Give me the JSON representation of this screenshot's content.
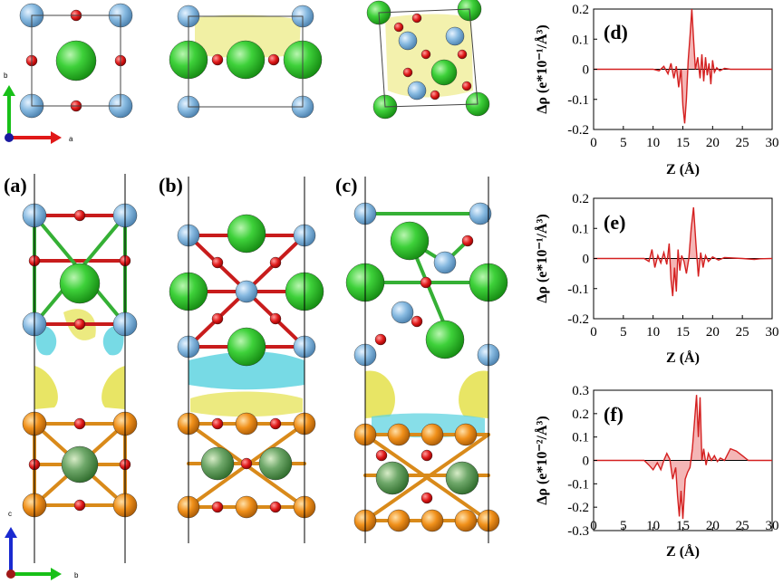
{
  "panels": {
    "a": "(a)",
    "b": "(b)",
    "c": "(c)"
  },
  "triad_top": {
    "up": "b",
    "right": "a"
  },
  "triad_bottom": {
    "up": "c",
    "right": "b"
  },
  "colors": {
    "line": "#d42020",
    "fill": "#f4b6b6",
    "zero": "#000000"
  },
  "chart_data": [
    {
      "type": "line",
      "label": "(d)",
      "ylabel": "Δρ (e*10⁻¹/Å³)",
      "xlabel": "Z (Å)",
      "xlim": [
        0,
        30
      ],
      "ylim": [
        -0.2,
        0.2
      ],
      "xticks": [
        0,
        5,
        10,
        15,
        20,
        25,
        30
      ],
      "yticks": [
        0.2,
        0.1,
        0,
        -0.1,
        -0.2
      ],
      "ytick_labels": [
        "0.2",
        "0.1",
        "0",
        "-0.1",
        "-0.2"
      ],
      "x": [
        0,
        5,
        10,
        11,
        11.8,
        12.5,
        13,
        13.5,
        13.9,
        14.3,
        14.7,
        15.0,
        15.3,
        15.6,
        15.9,
        16.2,
        16.5,
        16.8,
        17.1,
        17.5,
        17.9,
        18.2,
        18.5,
        18.8,
        19.1,
        19.4,
        19.7,
        20.0,
        20.3,
        20.7,
        21.2,
        22,
        23,
        25,
        30
      ],
      "y": [
        0,
        0,
        0,
        -0.005,
        0.01,
        -0.015,
        0.02,
        -0.03,
        0.01,
        -0.06,
        0.0,
        -0.12,
        -0.18,
        -0.1,
        0.03,
        0.11,
        0.2,
        0.1,
        0.0,
        0.04,
        -0.03,
        0.05,
        -0.04,
        0.04,
        -0.02,
        0.02,
        -0.05,
        0.03,
        -0.01,
        0.005,
        -0.005,
        0.003,
        0,
        0,
        0
      ]
    },
    {
      "type": "line",
      "label": "(e)",
      "ylabel": "Δρ (e*10⁻¹/Å³)",
      "xlabel": "Z (Å)",
      "xlim": [
        0,
        30
      ],
      "ylim": [
        -0.2,
        0.2
      ],
      "xticks": [
        0,
        5,
        10,
        15,
        20,
        25,
        30
      ],
      "yticks": [
        0.2,
        0.1,
        0,
        -0.1,
        -0.2
      ],
      "ytick_labels": [
        "0.2",
        "0.1",
        "0",
        "-0.1",
        "-0.2"
      ],
      "x": [
        0,
        5,
        8.5,
        9.3,
        9.8,
        10.3,
        10.8,
        11.3,
        11.8,
        12.3,
        12.7,
        13.0,
        13.3,
        13.6,
        13.9,
        14.2,
        14.5,
        14.8,
        15.2,
        15.6,
        16.0,
        16.4,
        16.8,
        17.2,
        17.6,
        18.0,
        18.4,
        18.8,
        19.3,
        20,
        21,
        22,
        25,
        27,
        28,
        30
      ],
      "y": [
        0,
        0,
        0,
        -0.01,
        0.03,
        -0.03,
        0.01,
        -0.015,
        0.02,
        -0.02,
        0.05,
        -0.07,
        -0.125,
        -0.03,
        -0.11,
        0.03,
        -0.04,
        0.01,
        -0.01,
        -0.05,
        0.0,
        0.1,
        0.17,
        0.05,
        -0.06,
        0.02,
        -0.03,
        0.01,
        -0.01,
        0.005,
        -0.005,
        0.003,
        0,
        -0.003,
        -0.001,
        0
      ]
    },
    {
      "type": "line",
      "label": "(f)",
      "ylabel": "Δρ (e*10⁻²/Å³)",
      "xlabel": "Z (Å)",
      "xlim": [
        0,
        30
      ],
      "ylim": [
        -0.3,
        0.3
      ],
      "xticks": [
        0,
        5,
        10,
        15,
        20,
        25,
        30
      ],
      "yticks": [
        0.3,
        0.2,
        0.1,
        0,
        -0.1,
        -0.2,
        -0.3
      ],
      "ytick_labels": [
        "0.3",
        "0.2",
        "0.1",
        "0",
        "-0.1",
        "-0.2",
        "-0.3"
      ],
      "x": [
        0,
        5,
        8.5,
        9.3,
        10.0,
        10.7,
        11.3,
        11.8,
        12.3,
        12.8,
        13.3,
        13.8,
        14.1,
        14.4,
        14.7,
        15.0,
        15.4,
        15.8,
        16.2,
        16.6,
        17.0,
        17.3,
        17.6,
        17.9,
        18.2,
        18.5,
        18.9,
        19.3,
        19.8,
        20.3,
        20.8,
        21.3,
        22,
        23,
        24,
        25,
        26,
        30
      ],
      "y": [
        0,
        0,
        0,
        -0.02,
        -0.04,
        -0.01,
        -0.04,
        0.0,
        0.03,
        0.005,
        -0.08,
        -0.03,
        -0.15,
        -0.24,
        -0.13,
        -0.25,
        -0.08,
        -0.05,
        -0.03,
        0.05,
        0.18,
        0.28,
        0.1,
        0.27,
        0.0,
        0.05,
        -0.02,
        0.03,
        0.0,
        0.02,
        -0.005,
        0.01,
        0.0,
        0.05,
        0.04,
        0.02,
        0.0,
        0
      ]
    }
  ]
}
